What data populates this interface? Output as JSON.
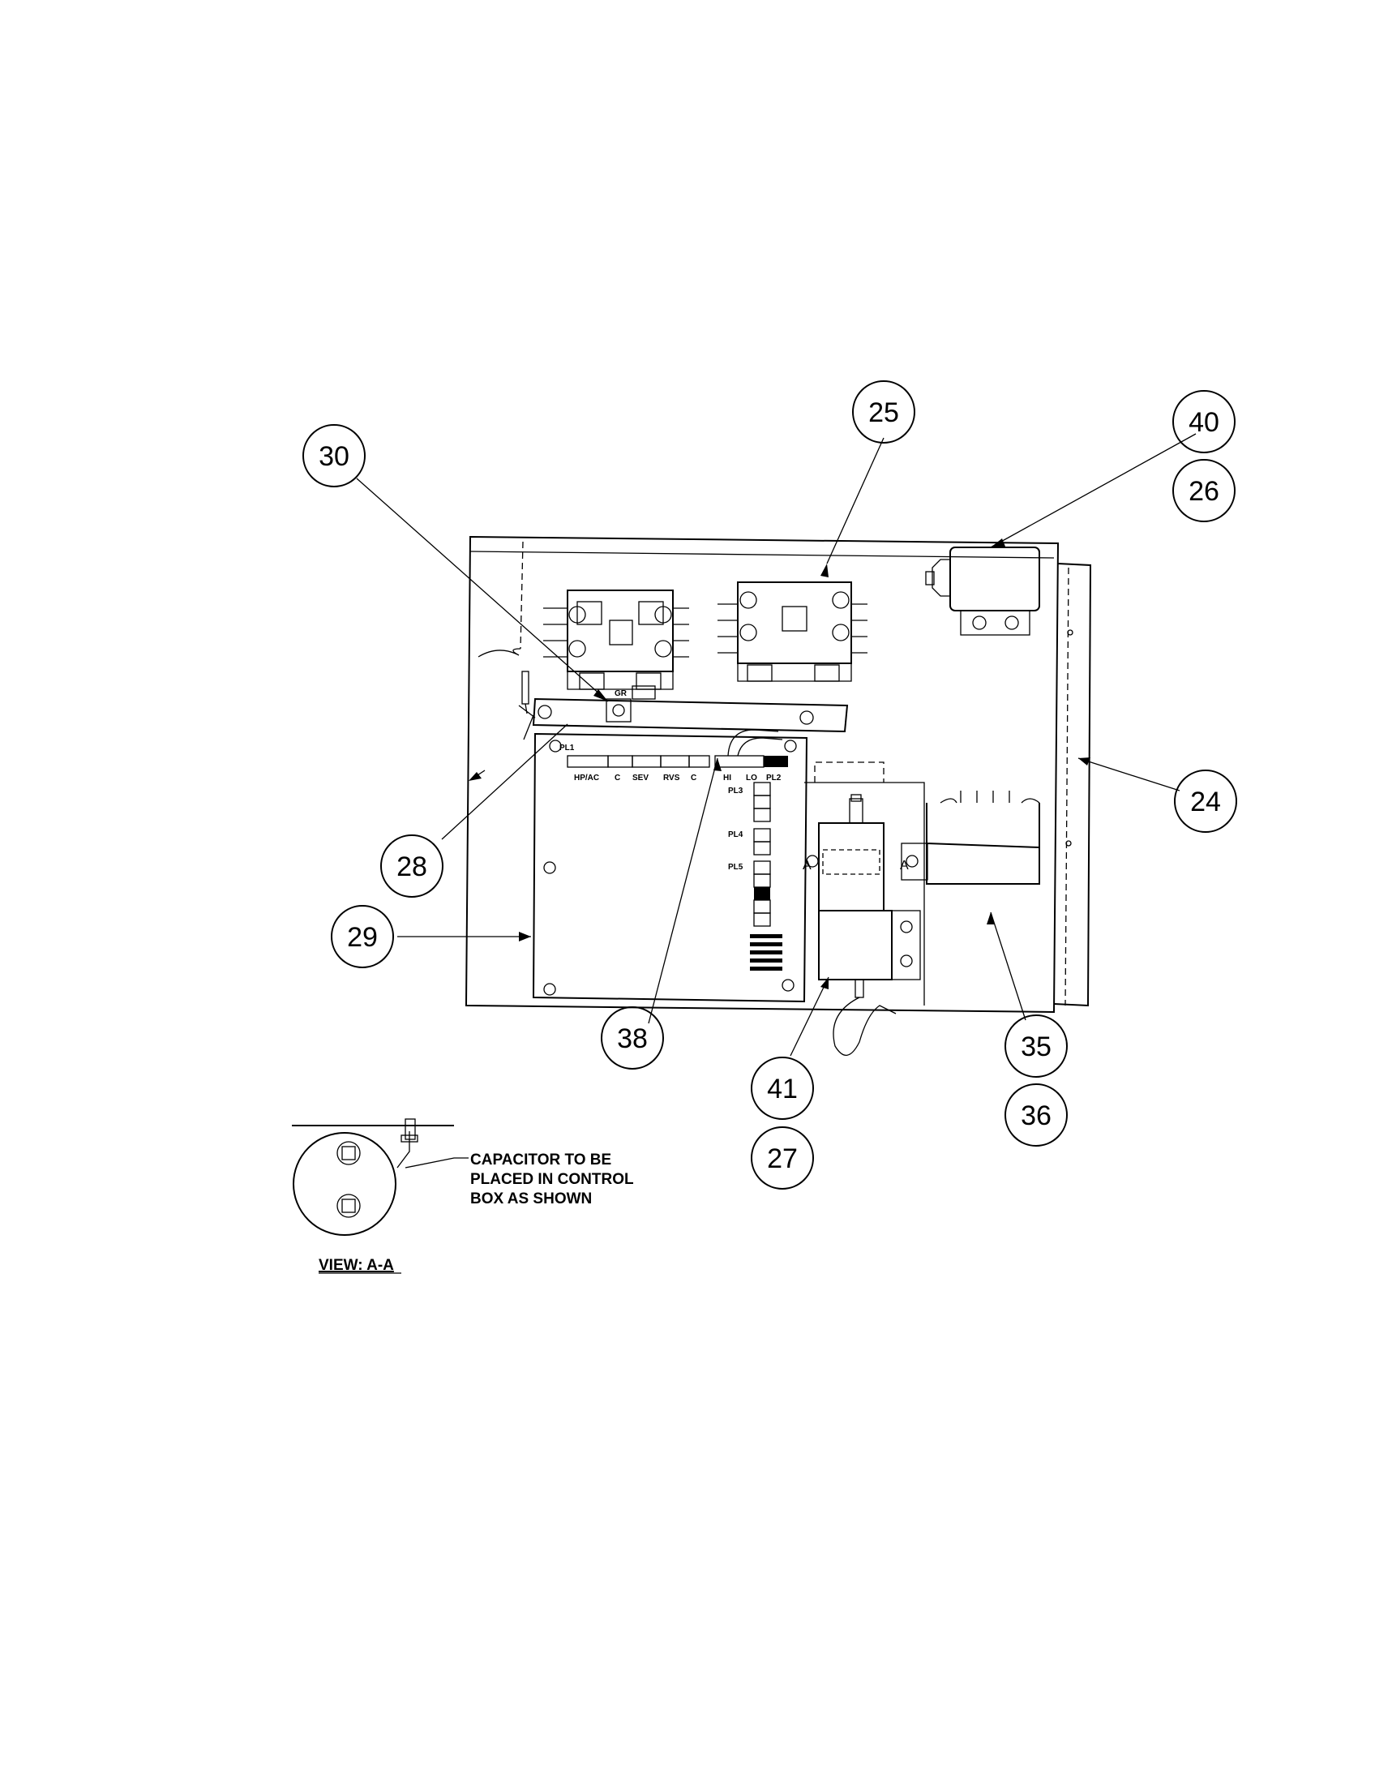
{
  "callouts": [
    {
      "id": "c30",
      "label": "30"
    },
    {
      "id": "c25",
      "label": "25"
    },
    {
      "id": "c40",
      "label": "40"
    },
    {
      "id": "c26",
      "label": "26"
    },
    {
      "id": "c24",
      "label": "24"
    },
    {
      "id": "c28",
      "label": "28"
    },
    {
      "id": "c29",
      "label": "29"
    },
    {
      "id": "c38",
      "label": "38"
    },
    {
      "id": "c41",
      "label": "41"
    },
    {
      "id": "c27",
      "label": "27"
    },
    {
      "id": "c35",
      "label": "35"
    },
    {
      "id": "c36",
      "label": "36"
    }
  ],
  "board_labels": {
    "pl1": "PL1",
    "hpac": "HP/AC",
    "c1": "C",
    "sev": "SEV",
    "rvs": "RVS",
    "c2": "C",
    "hi": "HI",
    "lo": "LO",
    "pl2": "PL2",
    "pl3": "PL3",
    "pl4": "PL4",
    "pl5": "PL5",
    "gr": "GR",
    "section_a_left": "A",
    "section_a_right": "A"
  },
  "note": {
    "line1": "CAPACITOR TO BE",
    "line2": "PLACED IN CONTROL",
    "line3": "BOX AS SHOWN"
  },
  "view_label": "VIEW: A-A"
}
